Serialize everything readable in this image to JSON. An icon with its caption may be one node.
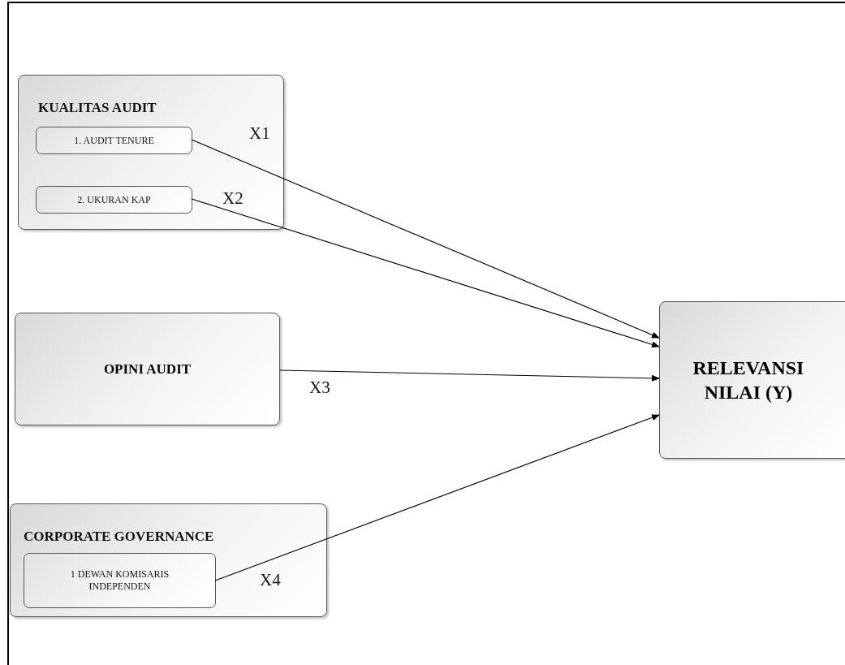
{
  "diagram": {
    "nodes": [
      {
        "text": [
          "KUALITAS AUDIT"
        ]
      },
      {
        "text": [
          "1. AUDIT TENURE"
        ],
        "in": 0
      },
      {
        "text": [
          "2. UKURAN KAP"
        ],
        "in": 0
      },
      {
        "text": [
          "OPINI AUDIT"
        ]
      },
      {
        "text": [
          "CORPORATE GOVERNANCE"
        ]
      },
      {
        "text": [
          "1 DEWAN KOMISARIS INDEPENDEN"
        ],
        "in": 4
      },
      {
        "text": [
          "RELEVANSI NILAI (Y)"
        ]
      }
    ],
    "edges": [
      {
        "from": 1,
        "to": 6,
        "arrow": "to",
        "label": "X1"
      },
      {
        "from": 2,
        "to": 6,
        "arrow": "to",
        "label": "X2"
      },
      {
        "from": 3,
        "to": 6,
        "arrow": "to",
        "label": "X3"
      },
      {
        "from": 5,
        "to": 6,
        "arrow": "to",
        "label": "X4"
      }
    ]
  }
}
